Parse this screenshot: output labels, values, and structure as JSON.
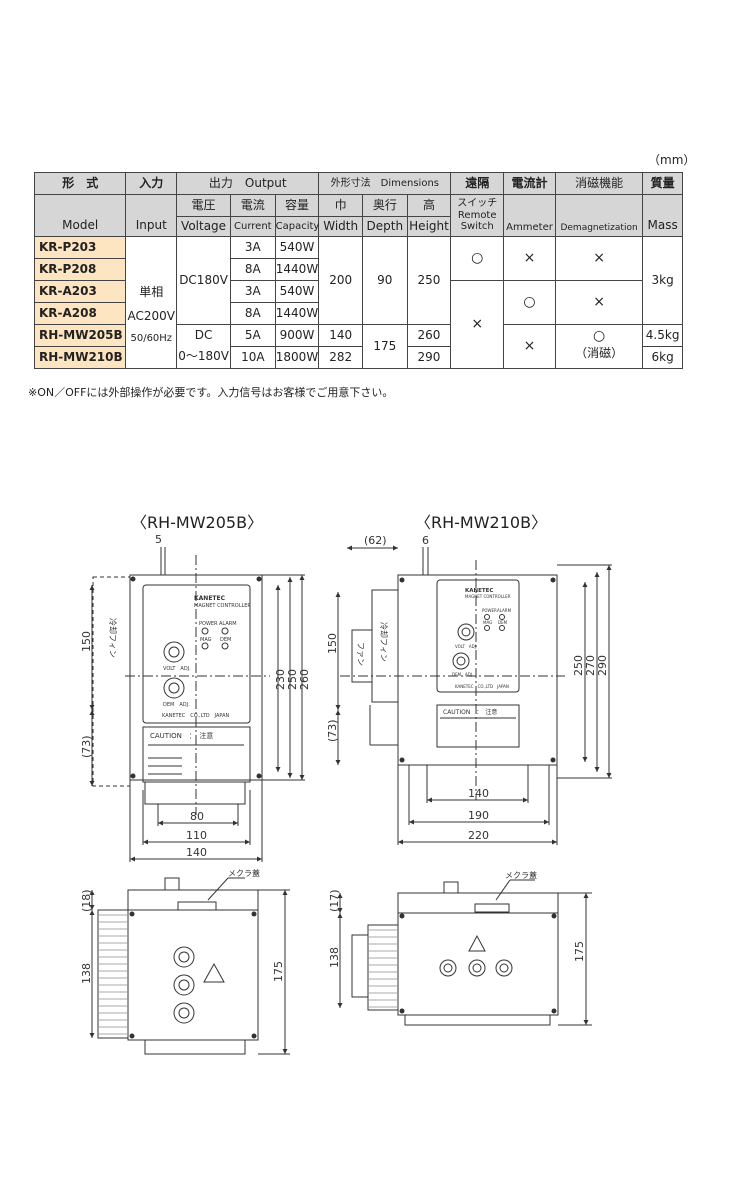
{
  "unit_note": "（mm）",
  "headers": {
    "model_jp": "形　式",
    "model_en": "Model",
    "input_jp": "入力",
    "input_en": "Input",
    "output_title": "出力　Output",
    "voltage_jp": "電圧",
    "voltage_en": "Voltage",
    "current_jp": "電流",
    "current_en": "Current",
    "capacity_jp": "容量",
    "capacity_en": "Capacity",
    "dim_title": "外形寸法　Dimensions",
    "width_jp": "巾",
    "width_en": "Width",
    "depth_jp": "奥行",
    "depth_en": "Depth",
    "height_jp": "高",
    "height_en": "Height",
    "remote_jp1": "遠隔",
    "remote_jp2": "スイッチ",
    "remote_en1": "Remote",
    "remote_en2": "Switch",
    "ammeter_jp": "電流計",
    "ammeter_en": "Ammeter",
    "demag_jp": "消磁機能",
    "demag_en": "Demagnetization",
    "mass_jp": "質量",
    "mass_en": "Mass"
  },
  "rows": [
    {
      "model": "KR-P203",
      "current": "3A",
      "capacity": "540W"
    },
    {
      "model": "KR-P208",
      "current": "8A",
      "capacity": "1440W"
    },
    {
      "model": "KR-A203",
      "current": "3A",
      "capacity": "540W"
    },
    {
      "model": "KR-A208",
      "current": "8A",
      "capacity": "1440W"
    },
    {
      "model": "RH-MW205B",
      "current": "5A",
      "capacity": "900W"
    },
    {
      "model": "RH-MW210B",
      "current": "10A",
      "capacity": "1800W"
    }
  ],
  "merged": {
    "input_1": "単相",
    "input_2": "AC200V",
    "input_3": "50/60Hz",
    "voltage_kr": "DC180V",
    "voltage_rh_1": "DC",
    "voltage_rh_2": "0～180V",
    "width_kr": "200",
    "depth_kr": "90",
    "height_kr": "250",
    "width_205": "140",
    "width_210": "282",
    "depth_rh": "175",
    "height_205": "260",
    "height_210": "290",
    "remote_p": "○",
    "remote_rest": "×",
    "ammeter_p": "×",
    "ammeter_a": "○",
    "ammeter_rh": "×",
    "demag_p": "×",
    "demag_a": "×",
    "demag_rh_1": "○",
    "demag_rh_2": "（消磁）",
    "mass_kr": "3kg",
    "mass_205": "4.5kg",
    "mass_210": "6kg"
  },
  "footnote": "※ON／OFFには外部操作が必要です。入力信号はお客様でご用意下さい。",
  "drawings": {
    "left_title": "〈RH-MW205B〉",
    "right_title": "〈RH-MW210B〉",
    "dims_left": {
      "d5": "5",
      "d150": "150",
      "d73": "(73)",
      "d230": "230",
      "d250": "250",
      "d260": "260",
      "d80": "80",
      "d110": "110",
      "d140": "140",
      "d18": "(18)",
      "d138": "138",
      "d175": "175"
    },
    "dims_right": {
      "d62": "(62)",
      "d6": "6",
      "d150": "150",
      "d73": "(73)",
      "d250": "250",
      "d270": "270",
      "d290": "290",
      "d140": "140",
      "d190": "190",
      "d220": "220",
      "d17": "(17)",
      "d138": "138",
      "d175": "175"
    },
    "labels": {
      "brand": "KANETEC",
      "panel_sub": "MAGNET CONTROLLER",
      "power": "POWER",
      "alarm": "ALARM",
      "mag": "MAG",
      "dem": "DEM",
      "volt_adj": "VOLT　ADJ.",
      "dem_adj": "DEM　ADJ.",
      "maker": "KANETEC　CO.,LTD　JAPAN",
      "caution": "CAUTION　：　注意",
      "fin": "冷却フィン",
      "fan": "ファン",
      "blank_lid": "メクラ蓋"
    }
  }
}
